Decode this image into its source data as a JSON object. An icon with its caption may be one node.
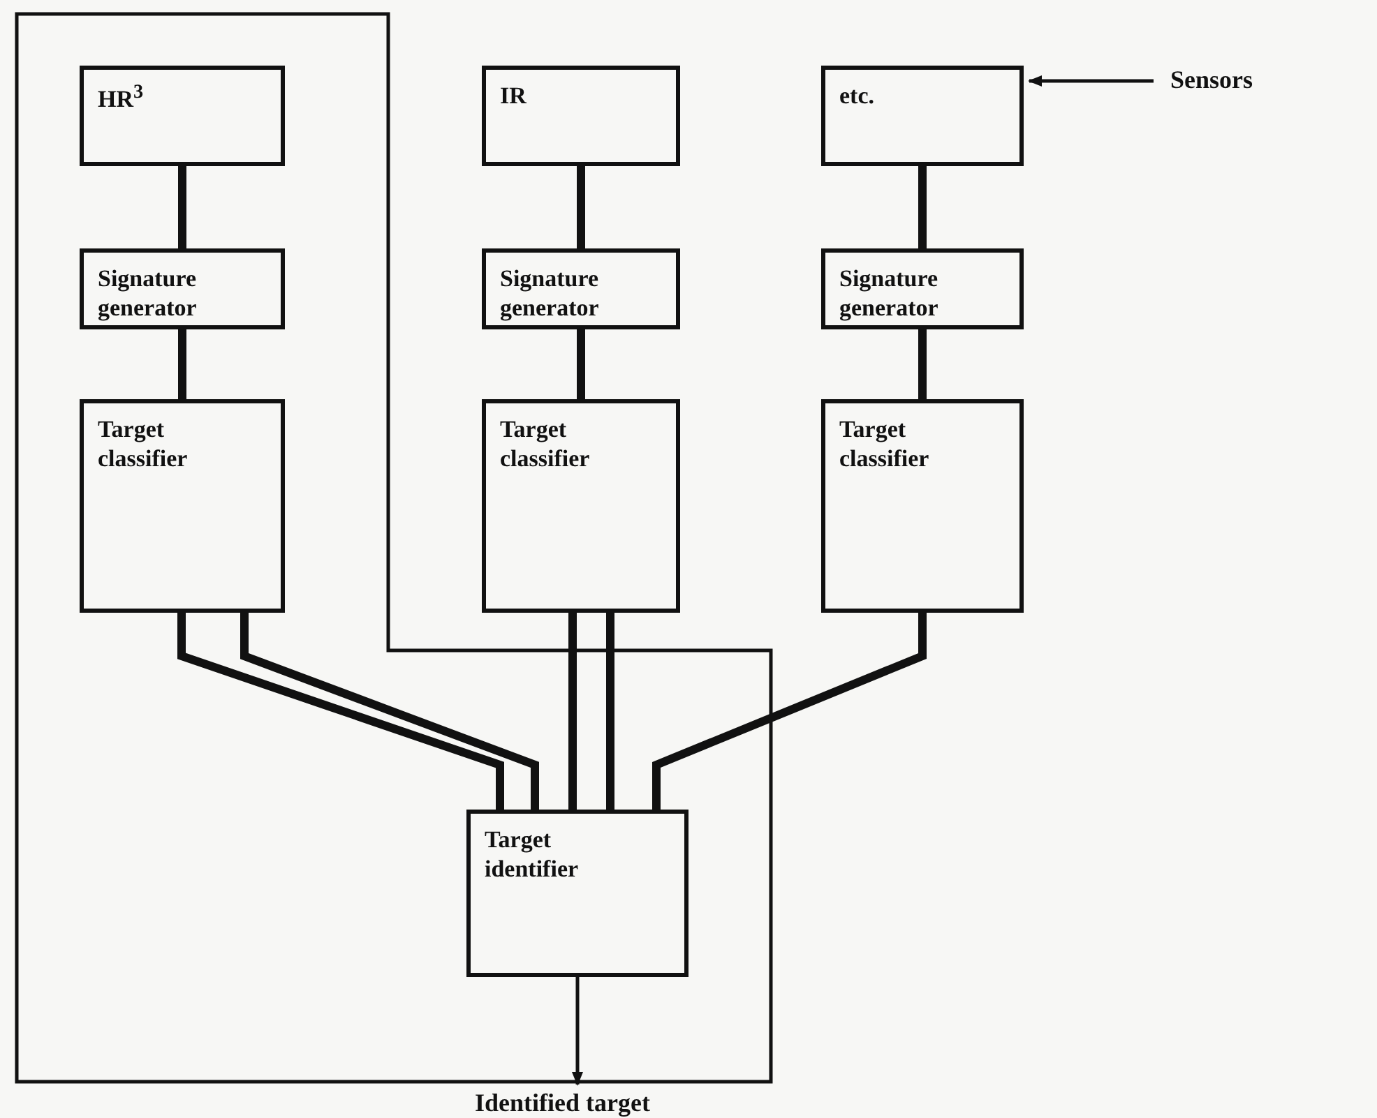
{
  "diagram": {
    "nodes": [
      {
        "text": [
          "HR$^{3}$"
        ]
      },
      {
        "text": [
          "IR"
        ]
      },
      {
        "text": [
          "etc."
        ]
      },
      {
        "text": [
          "Signature generator"
        ]
      },
      {
        "text": [
          "Signature generator"
        ]
      },
      {
        "text": [
          "Signature generator"
        ]
      },
      {
        "text": [
          "Target classifier"
        ]
      },
      {
        "text": [
          "Target classifier"
        ]
      },
      {
        "text": [
          "Target classifier"
        ]
      },
      {
        "text": [
          "Target identifier"
        ]
      },
      {
        "text": [
          "Sensors"
        ]
      },
      {
        "text": [
          "Identified target"
        ]
      }
    ],
    "edges": [
      {
        "from": 0,
        "to": 3,
        "arrow": "none"
      },
      {
        "from": 1,
        "to": 4,
        "arrow": "none"
      },
      {
        "from": 2,
        "to": 5,
        "arrow": "none"
      },
      {
        "from": 3,
        "to": 6,
        "arrow": "none"
      },
      {
        "from": 4,
        "to": 7,
        "arrow": "none"
      },
      {
        "from": 5,
        "to": 8,
        "arrow": "none"
      },
      {
        "from": 6,
        "to": 9,
        "arrow": "none"
      },
      {
        "from": 6,
        "to": 9,
        "arrow": "none"
      },
      {
        "from": 7,
        "to": 9,
        "arrow": "none"
      },
      {
        "from": 7,
        "to": 9,
        "arrow": "none"
      },
      {
        "from": 8,
        "to": 9,
        "arrow": "none"
      },
      {
        "from": 10,
        "to": 2,
        "arrow": "to"
      },
      {
        "from": 9,
        "to": 11,
        "arrow": "to"
      }
    ]
  }
}
